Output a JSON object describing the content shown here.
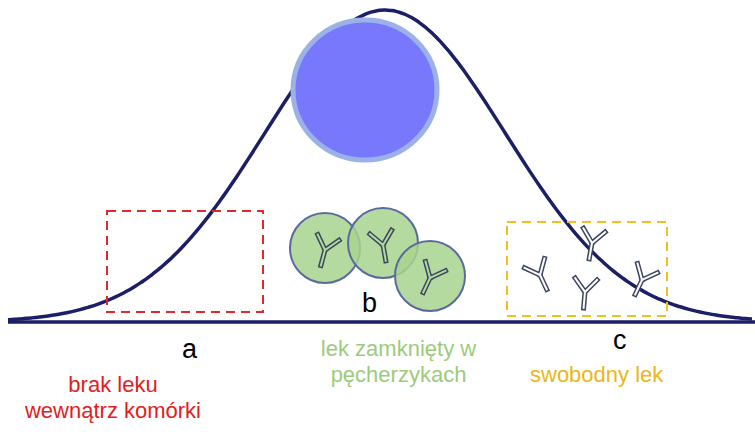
{
  "diagram": {
    "labels": [
      "a",
      "brak leku wewnątrz komórki",
      "b",
      "lek zamknięty w pęcherzykach",
      "c",
      "swobodny lek"
    ]
  }
}
